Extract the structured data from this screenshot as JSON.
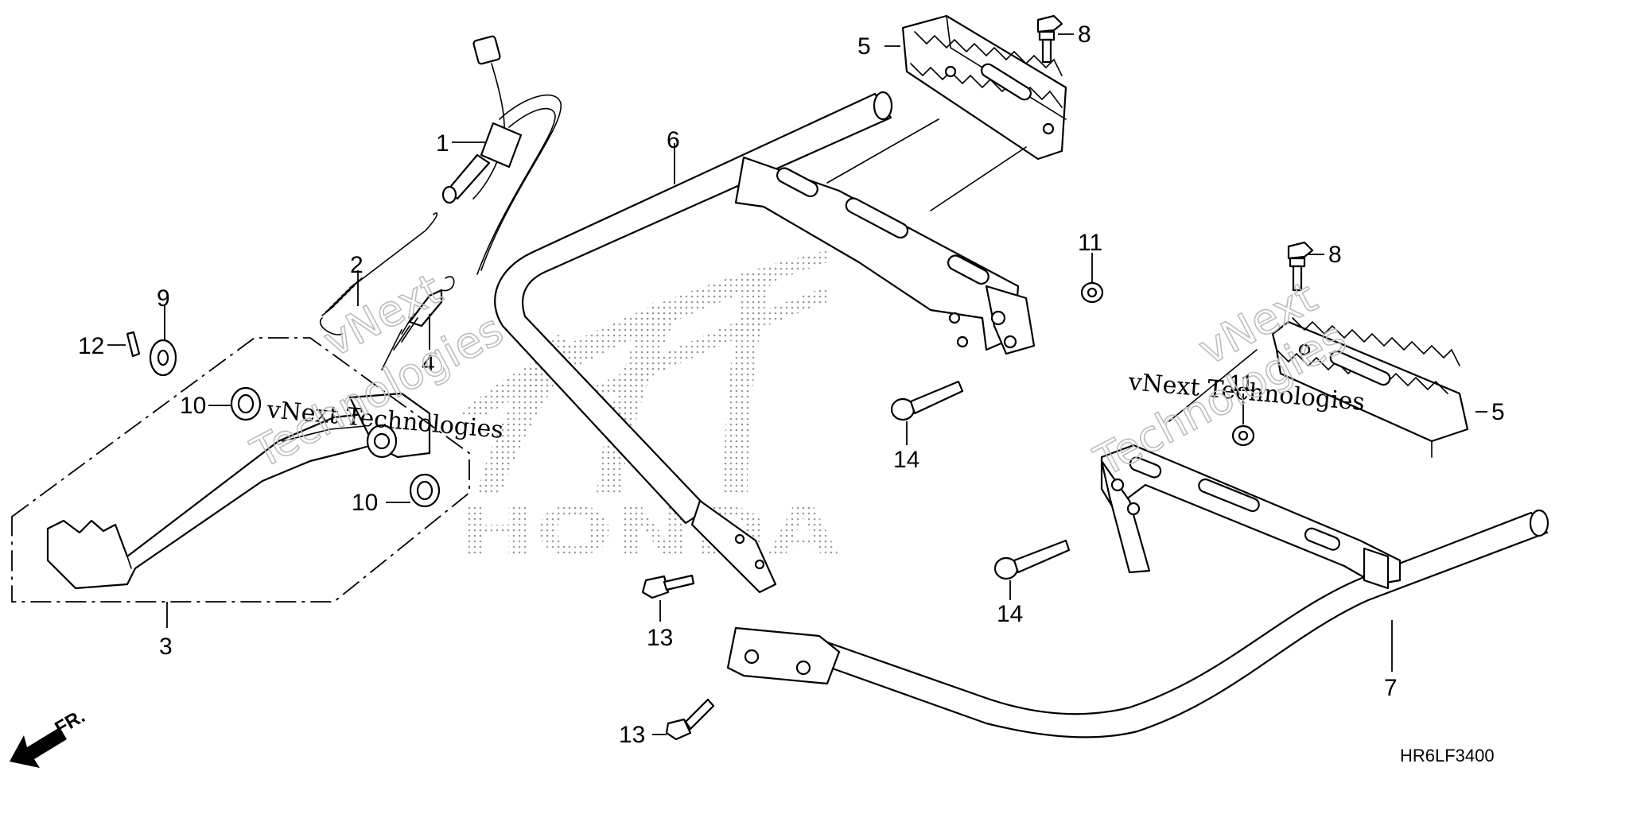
{
  "diagram": {
    "diagram_code": "HR6LF3400",
    "front_marker": "FR.",
    "watermark": {
      "brand": "vNext Technologies",
      "line1": "vNext",
      "line2": "Technologies",
      "logo_text": "HONDA"
    },
    "callouts": [
      {
        "id": "c1",
        "label": "1"
      },
      {
        "id": "c2",
        "label": "2"
      },
      {
        "id": "c3",
        "label": "3"
      },
      {
        "id": "c4",
        "label": "4"
      },
      {
        "id": "c5a",
        "label": "5"
      },
      {
        "id": "c5b",
        "label": "5"
      },
      {
        "id": "c6",
        "label": "6"
      },
      {
        "id": "c7",
        "label": "7"
      },
      {
        "id": "c8a",
        "label": "8"
      },
      {
        "id": "c8b",
        "label": "8"
      },
      {
        "id": "c9",
        "label": "9"
      },
      {
        "id": "c10a",
        "label": "10"
      },
      {
        "id": "c10b",
        "label": "10"
      },
      {
        "id": "c11a",
        "label": "11"
      },
      {
        "id": "c11b",
        "label": "11"
      },
      {
        "id": "c12",
        "label": "12"
      },
      {
        "id": "c13a",
        "label": "13"
      },
      {
        "id": "c13b",
        "label": "13"
      },
      {
        "id": "c14a",
        "label": "14"
      },
      {
        "id": "c14b",
        "label": "14"
      }
    ]
  },
  "colors": {
    "line": "#000000",
    "background": "#ffffff",
    "watermark_outline": "#bdbdbd",
    "logo_dots": "#9a9a9a"
  }
}
